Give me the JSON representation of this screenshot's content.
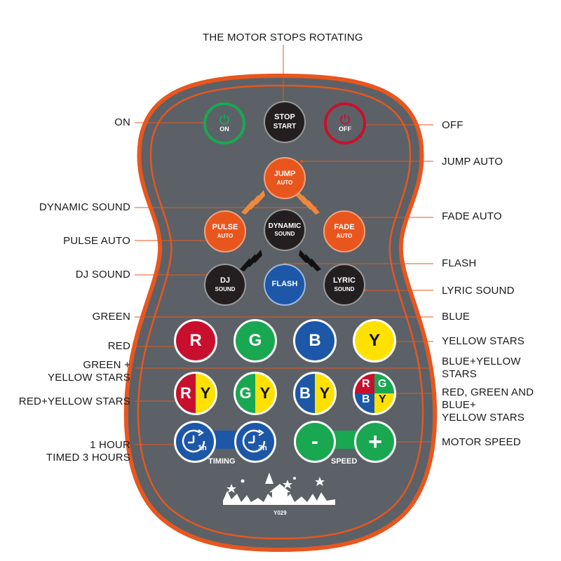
{
  "callouts": {
    "top": "THE MOTOR STOPS ROTATING",
    "on": "ON",
    "off": "OFF",
    "jump_auto": "JUMP AUTO",
    "dynamic_sound": "DYNAMIC SOUND",
    "fade_auto": "FADE AUTO",
    "pulse_auto": "PULSE AUTO",
    "flash": "FLASH",
    "dj_sound": "DJ SOUND",
    "lyric_sound": "LYRIC SOUND",
    "green": "GREEN",
    "blue": "BLUE",
    "red": "RED",
    "yellow_stars": "YELLOW STARS",
    "green_yellow_1": "GREEN +",
    "green_yellow_2": "YELLOW STARS",
    "blue_yellow_1": "BLUE+YELLOW",
    "blue_yellow_2": "STARS",
    "red_yellow": "RED+YELLOW STARS",
    "rgb_1": "RED, GREEN AND",
    "rgb_2": "BLUE+",
    "rgb_3": "YELLOW STARS",
    "timer_1": "1 HOUR",
    "timer_2": "TIMED 3 HOURS",
    "motor_speed": "MOTOR SPEED"
  },
  "remote": {
    "on_button": "ON",
    "stop_start_1": "STOP",
    "stop_start_2": "START",
    "off_button": "OFF",
    "jump_1": "JUMP",
    "jump_2": "AUTO",
    "pulse_1": "PULSE",
    "pulse_2": "AUTO",
    "dynamic_1": "DYNAMIC",
    "dynamic_2": "SOUND",
    "fade_1": "FADE",
    "fade_2": "AUTO",
    "dj_1": "DJ",
    "dj_2": "SOUND",
    "flash": "FLASH",
    "lyric_1": "LYRIC",
    "lyric_2": "SOUND",
    "r": "R",
    "g": "G",
    "b": "B",
    "y": "Y",
    "timer_1h": "1h",
    "timer_3h": "3h",
    "timing_label": "TIMING",
    "speed_label": "SPEED",
    "minus": "-",
    "plus": "+",
    "model": "Y029"
  },
  "colors": {
    "body": "#5b6167",
    "outline": "#e8561e",
    "red": "#c8102e",
    "green": "#1aa752",
    "blue": "#1c57a8",
    "yellow": "#ffe100"
  }
}
